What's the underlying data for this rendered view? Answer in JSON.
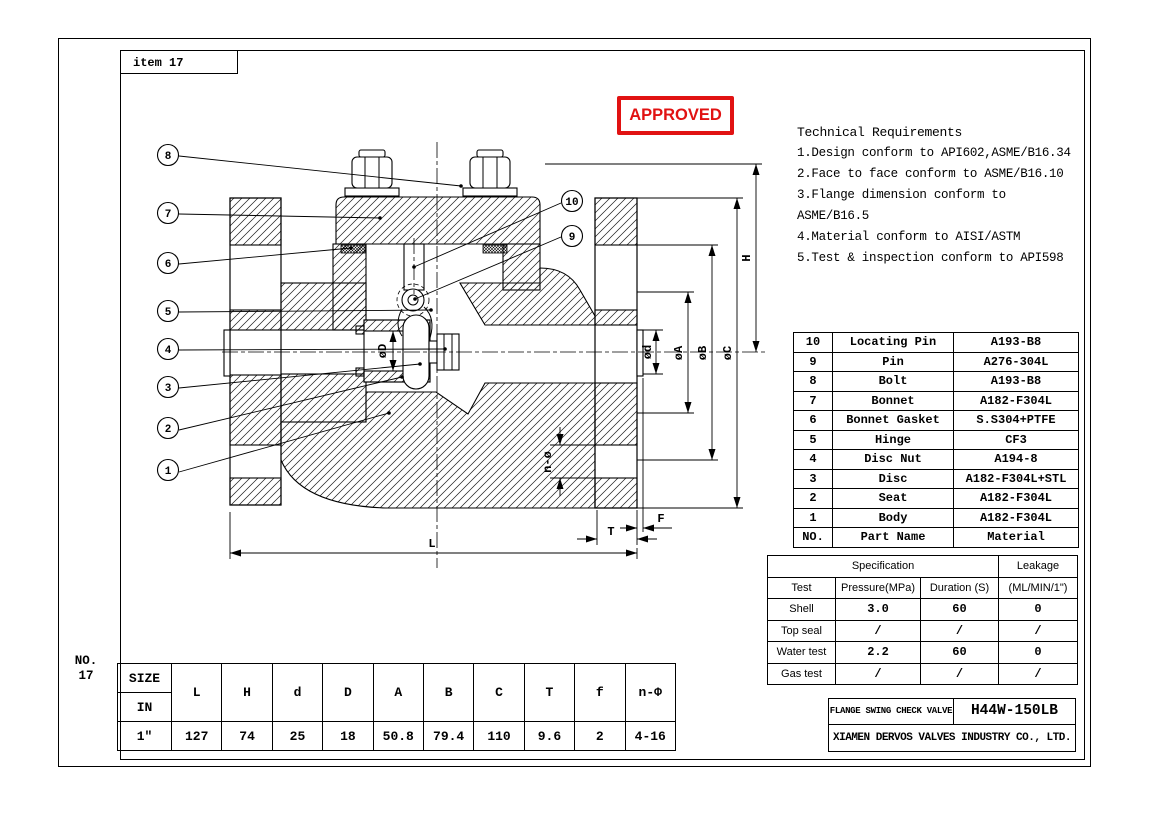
{
  "sheet": {
    "item_label": "item 17",
    "no_label": "NO.",
    "no_value": "17"
  },
  "stamp": {
    "text": "APPROVED",
    "color": "#e11212"
  },
  "technical_requirements": {
    "title": "Technical Requirements",
    "items": [
      "1.Design conform to API602,ASME/B16.34",
      "2.Face to face conform to ASME/B16.10",
      "3.Flange dimension conform to ASME/B16.5",
      "4.Material conform to AISI/ASTM",
      "5.Test & inspection conform to API598"
    ]
  },
  "parts_table": {
    "header": {
      "no": "NO.",
      "name": "Part Name",
      "material": "Material"
    },
    "rows": [
      {
        "no": "10",
        "name": "Locating Pin",
        "material": "A193-B8"
      },
      {
        "no": "9",
        "name": "Pin",
        "material": "A276-304L"
      },
      {
        "no": "8",
        "name": "Bolt",
        "material": "A193-B8"
      },
      {
        "no": "7",
        "name": "Bonnet",
        "material": "A182-F304L"
      },
      {
        "no": "6",
        "name": "Bonnet Gasket",
        "material": "S.S304+PTFE"
      },
      {
        "no": "5",
        "name": "Hinge",
        "material": "CF3"
      },
      {
        "no": "4",
        "name": "Disc Nut",
        "material": "A194-8"
      },
      {
        "no": "3",
        "name": "Disc",
        "material": "A182-F304L+STL"
      },
      {
        "no": "2",
        "name": "Seat",
        "material": "A182-F304L"
      },
      {
        "no": "1",
        "name": "Body",
        "material": "A182-F304L"
      }
    ]
  },
  "spec_table": {
    "spec_header": "Specification",
    "leakage_header": "Leakage",
    "col_headers": {
      "test": "Test",
      "pressure": "Pressure(MPa)",
      "duration": "Duration (S)",
      "leakage_unit": "(ML/MIN/1\")"
    },
    "rows": [
      {
        "test": "Shell",
        "pressure": "3.0",
        "duration": "60",
        "leakage": "0"
      },
      {
        "test": "Top seal",
        "pressure": "/",
        "duration": "/",
        "leakage": "/"
      },
      {
        "test": "Water test",
        "pressure": "2.2",
        "duration": "60",
        "leakage": "0"
      },
      {
        "test": "Gas test",
        "pressure": "/",
        "duration": "/",
        "leakage": "/"
      }
    ]
  },
  "title_block": {
    "product": "FLANGE SWING CHECK VALVE",
    "model": "H44W-150LB",
    "company": "XIAMEN DERVOS VALVES INDUSTRY CO., LTD."
  },
  "dimension_table": {
    "size_label": "SIZE",
    "unit_label": "IN",
    "columns": [
      "L",
      "H",
      "d",
      "D",
      "A",
      "B",
      "C",
      "T",
      "f",
      "n-Φ"
    ],
    "size_value": "1″",
    "values": [
      "127",
      "74",
      "25",
      "18",
      "50.8",
      "79.4",
      "110",
      "9.6",
      "2",
      "4-16"
    ]
  },
  "drawing": {
    "balloons": [
      "1",
      "2",
      "3",
      "4",
      "5",
      "6",
      "7",
      "8",
      "9",
      "10"
    ],
    "dims": {
      "L": "L",
      "H": "H",
      "T": "T",
      "F": "F",
      "d": "ød",
      "A": "øA",
      "B": "øB",
      "C": "øC",
      "D": "øD",
      "n": "n-ø"
    }
  }
}
